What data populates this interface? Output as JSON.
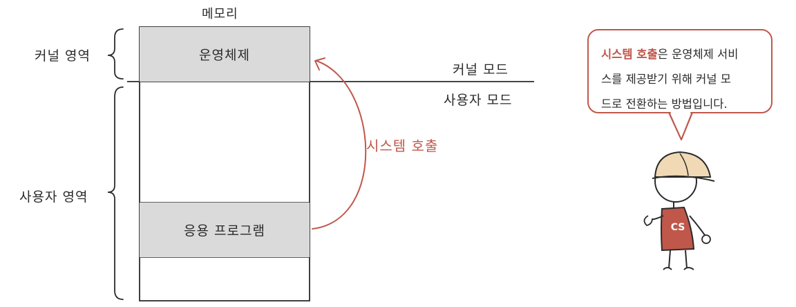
{
  "memory": {
    "title": "메모리",
    "os_block": "운영체제",
    "app_block": "응용 프로그램"
  },
  "regions": {
    "kernel": "커널 영역",
    "user": "사용자 영역"
  },
  "modes": {
    "kernel": "커널 모드",
    "user": "사용자 모드"
  },
  "system_call_label": "시스템 호출",
  "speech_bubble": {
    "highlight": "시스템 호출",
    "line1_rest": "은 운영체제 서비",
    "line2": "스를 제공받기 위해 커널 모",
    "line3": "드로 전환하는 방법입니다."
  },
  "character": {
    "shirt_text": "CS"
  },
  "colors": {
    "accent": "#c0574b",
    "block_fill": "#dadada",
    "ink": "#2a2a2a",
    "helmet": "#f1d9b5"
  }
}
